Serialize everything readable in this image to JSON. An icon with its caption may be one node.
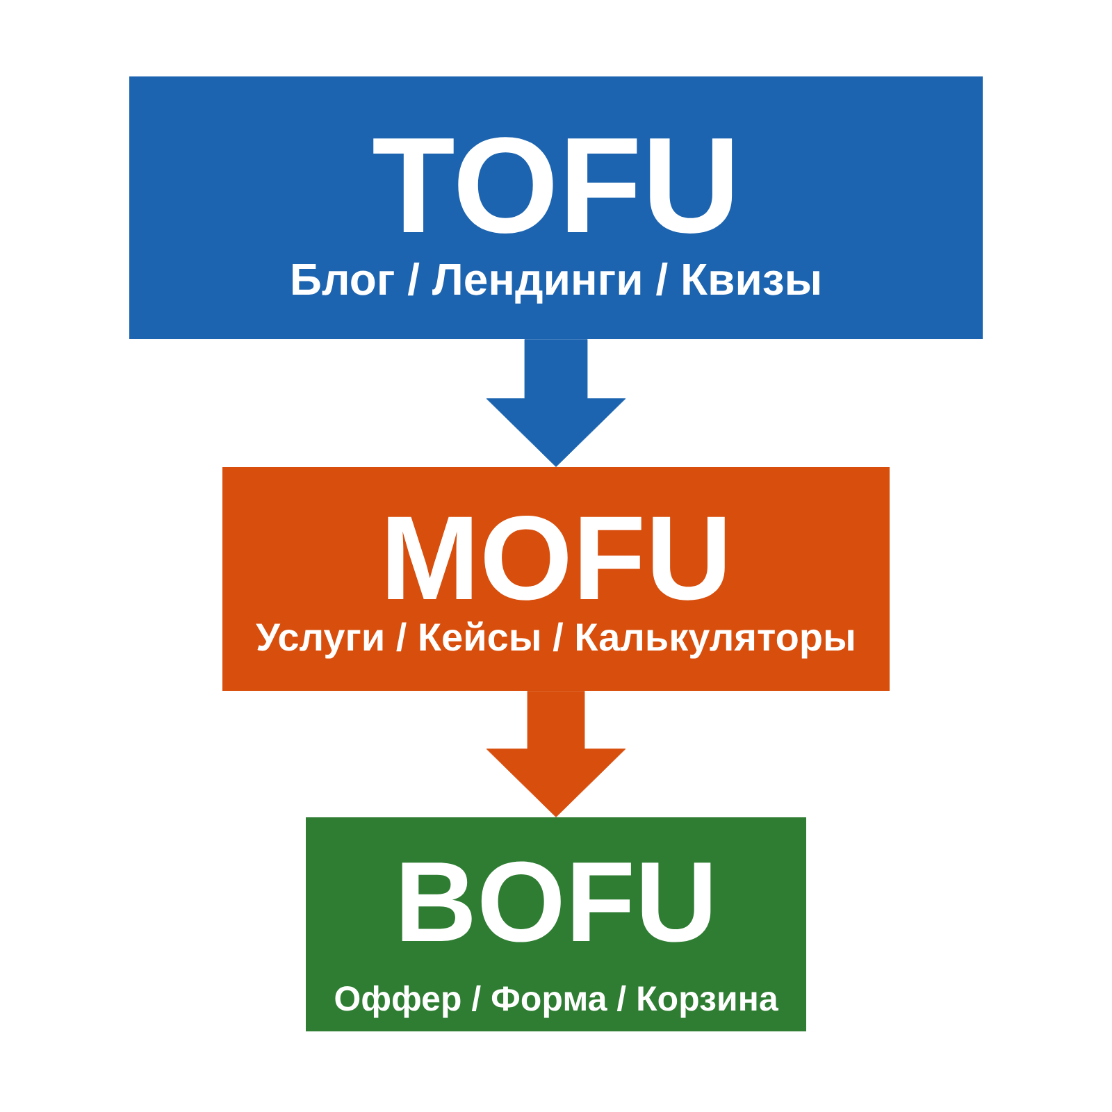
{
  "diagram": {
    "nodes": [
      {
        "text": [
          "TOFU",
          "Блог / Лендинги / Квизы"
        ]
      },
      {
        "text": [
          "MOFU",
          "Услуги / Кейсы / Калькуляторы"
        ]
      },
      {
        "text": [
          "BOFU",
          "Оффер / Форма / Корзина"
        ]
      }
    ],
    "edges": [
      {
        "from": 0,
        "to": 1,
        "arrow": "to",
        "color": "#1c64b0"
      },
      {
        "from": 1,
        "to": 2,
        "arrow": "to",
        "color": "#d84e0c"
      }
    ]
  }
}
